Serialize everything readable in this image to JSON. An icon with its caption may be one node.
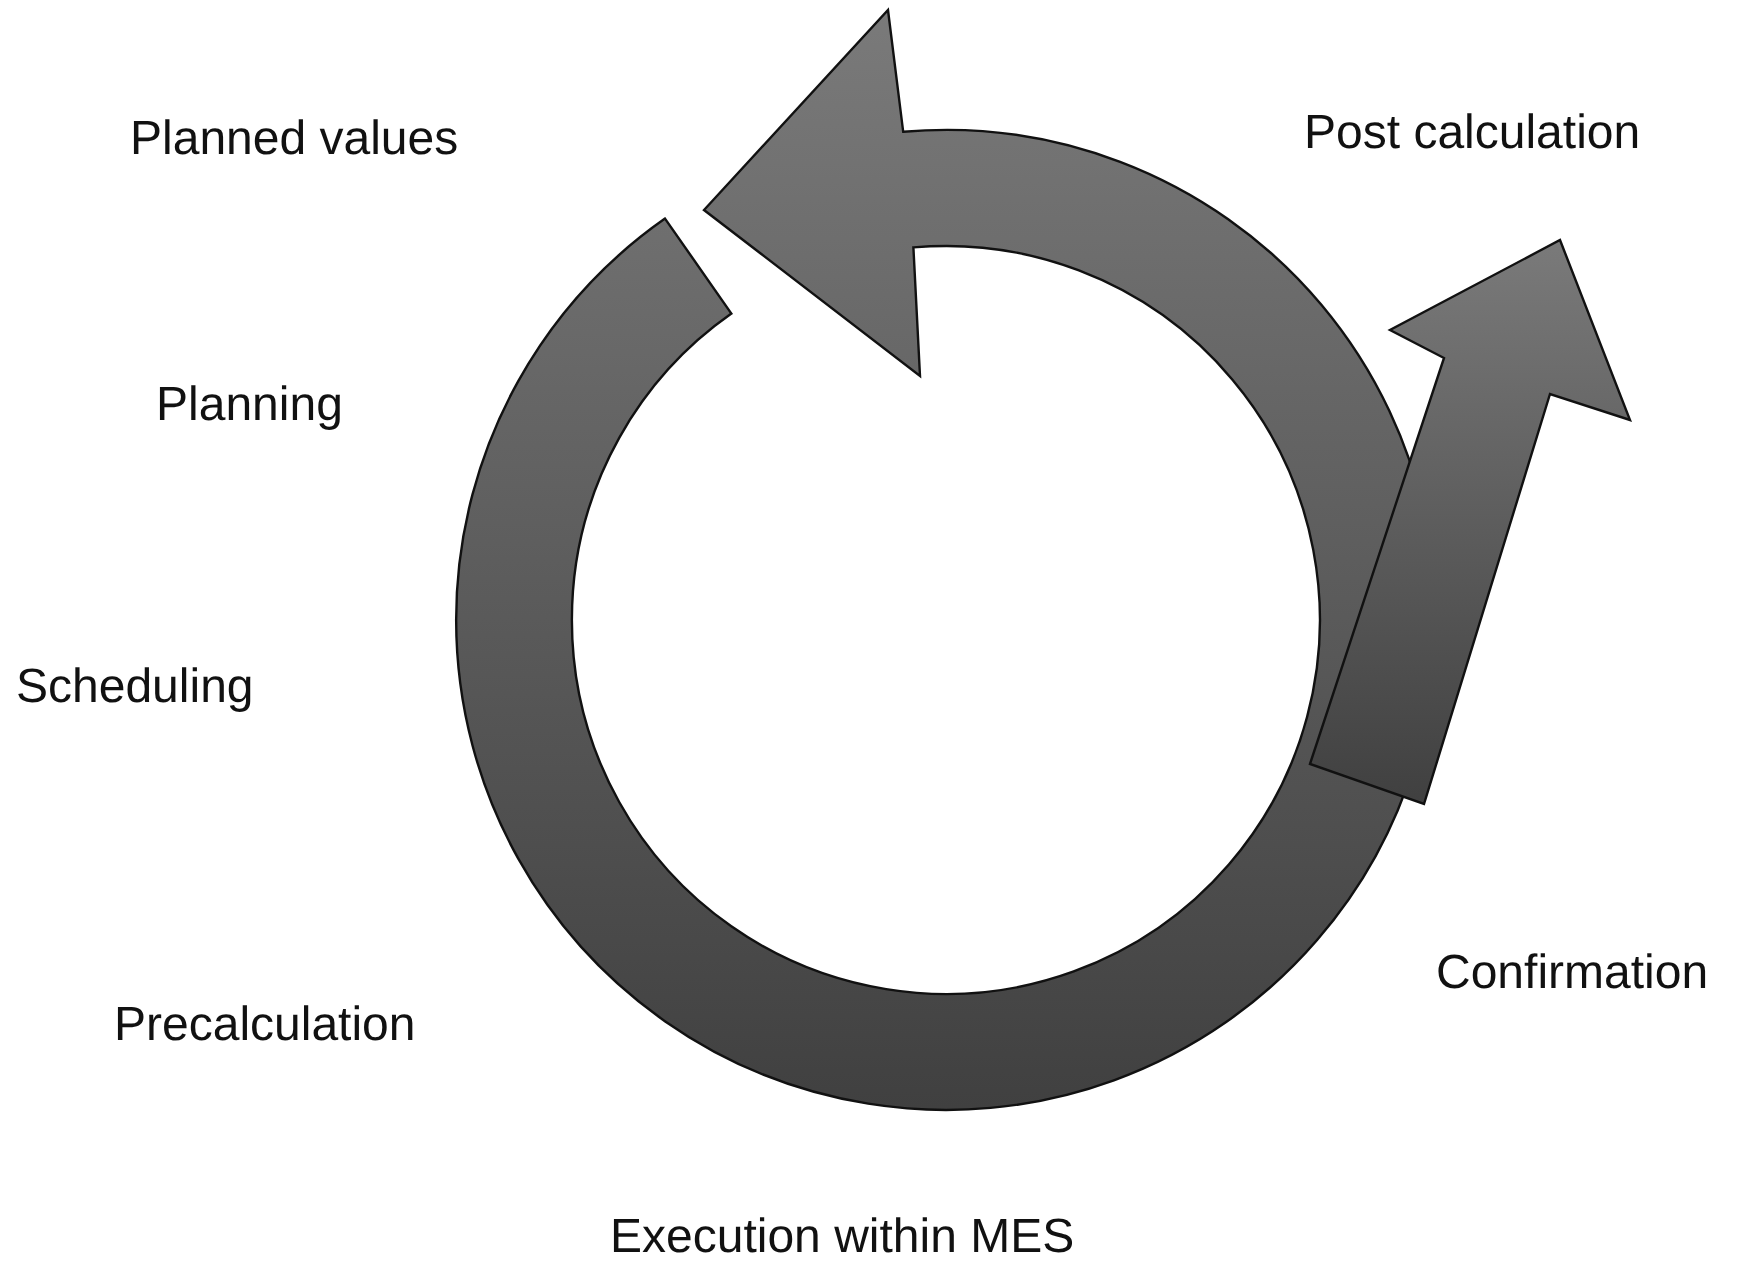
{
  "diagram": {
    "labels": [
      "Planned values",
      "Post calculation",
      "Planning",
      "Scheduling",
      "Confirmation",
      "Precalculation",
      "Execution within MES"
    ]
  }
}
